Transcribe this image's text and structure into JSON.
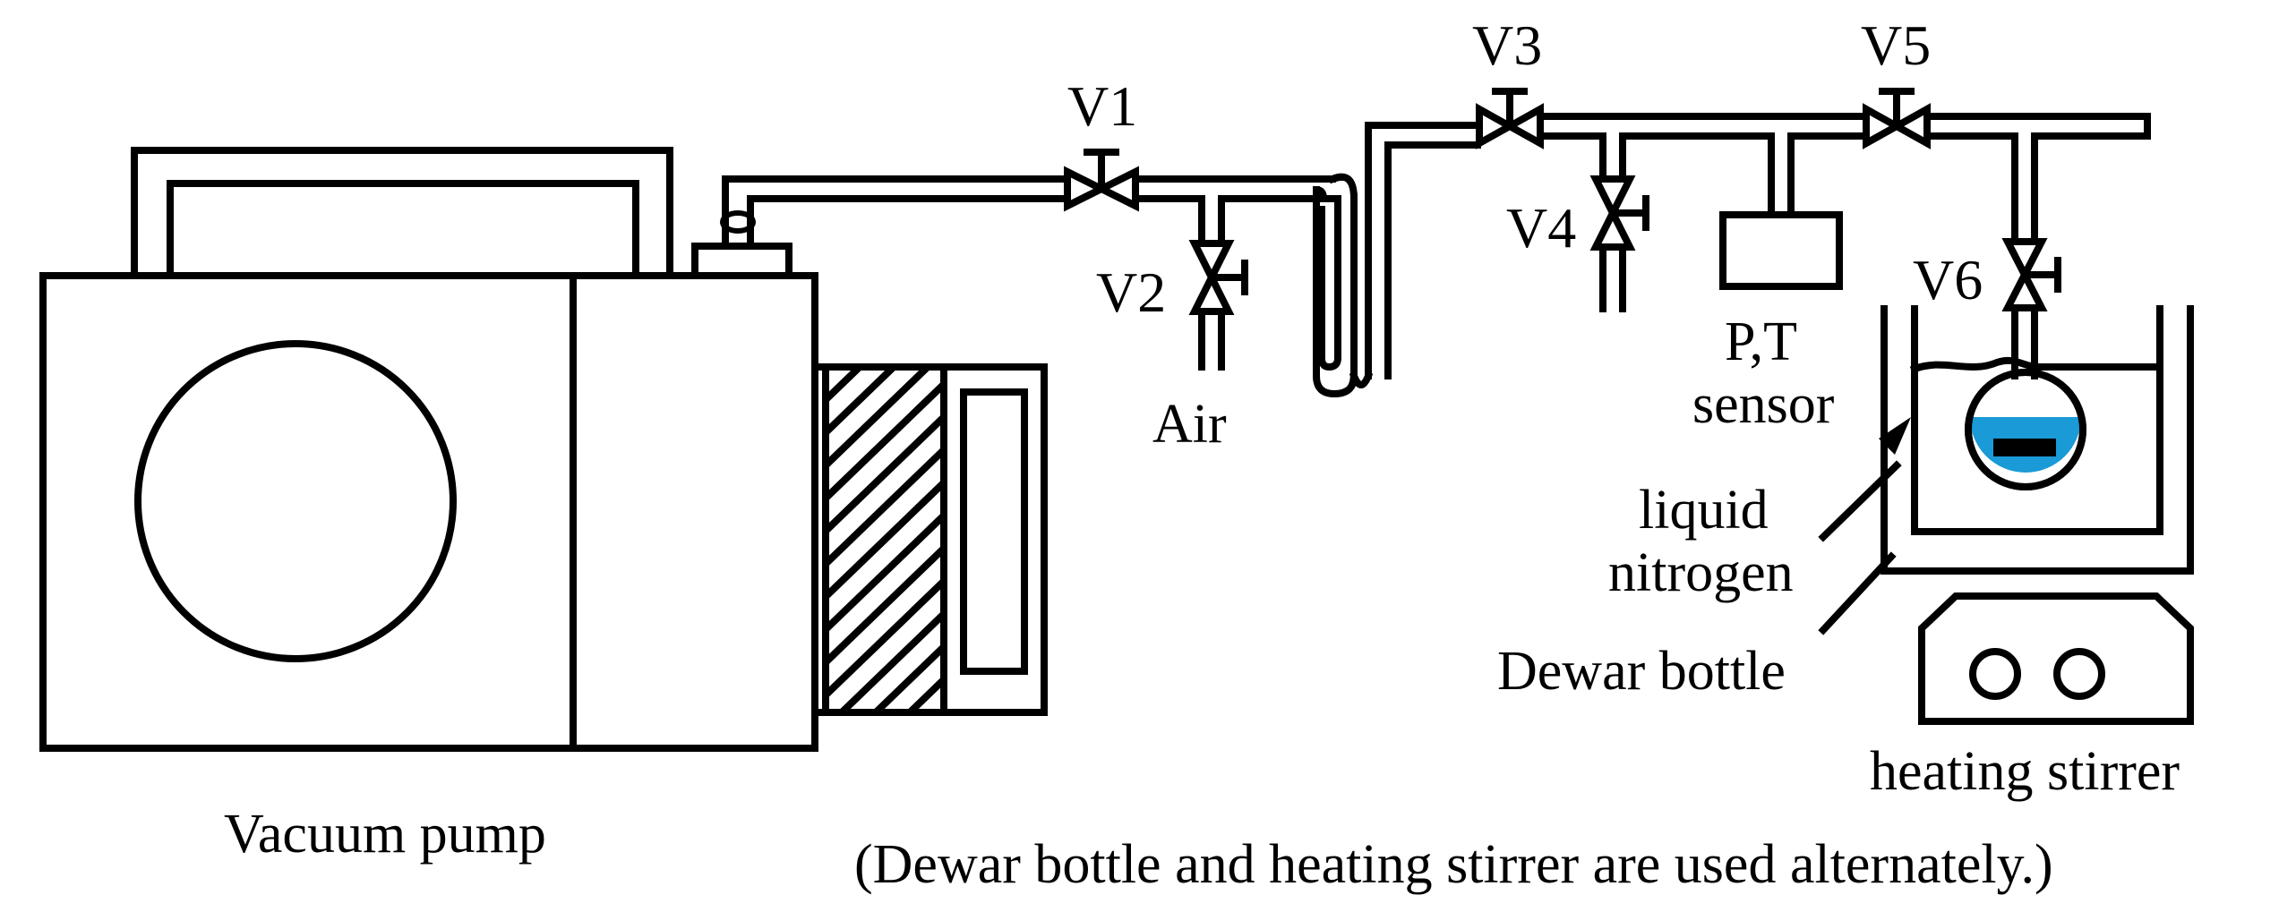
{
  "labels": {
    "v1": "V1",
    "v2": "V2",
    "v3": "V3",
    "v4": "V4",
    "v5": "V5",
    "v6": "V6",
    "air": "Air",
    "pt_line1": "P,T",
    "pt_line2": "sensor",
    "ln_line1": "liquid",
    "ln_line2": "nitrogen",
    "dewar": "Dewar bottle",
    "stirrer": "heating stirrer",
    "pump": "Vacuum pump",
    "note": "(Dewar bottle and heating stirrer are used alternately.)"
  },
  "colors": {
    "line": "#000000",
    "liquid": "#1a9ad6",
    "background": "#ffffff"
  }
}
